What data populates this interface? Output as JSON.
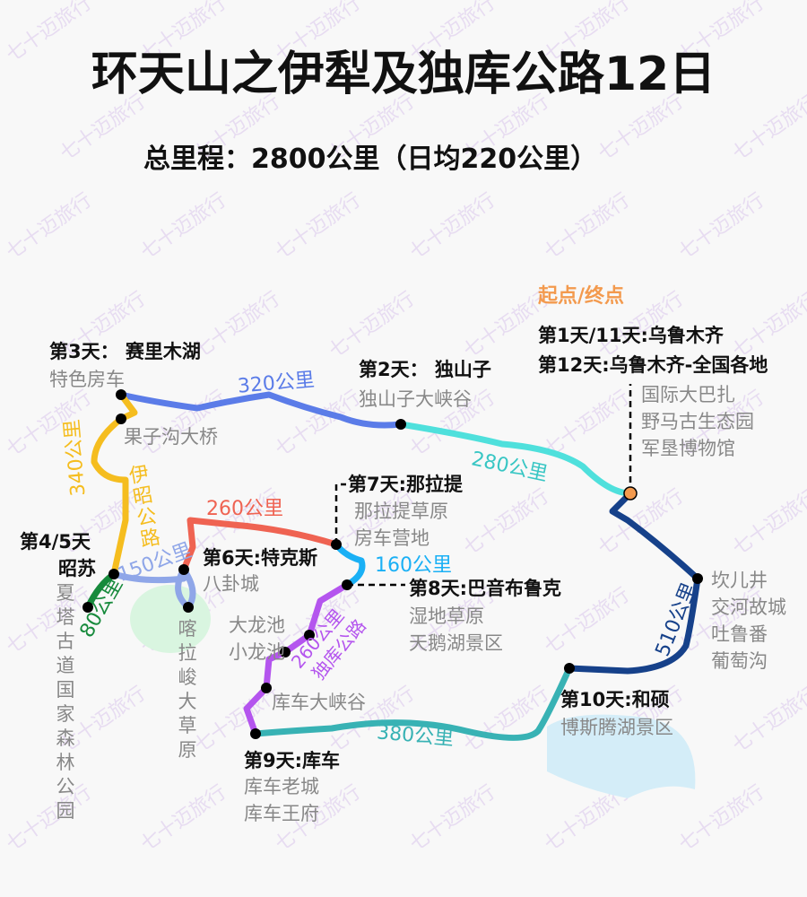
{
  "title": "环天山之伊犁及独库公路12日",
  "subtitle": "总里程：2800公里（日均220公里）",
  "watermark": "七十迈旅行",
  "colors": {
    "blue": "#5b7ce8",
    "cyan": "#4fe0dc",
    "navy": "#16418a",
    "teal": "#38b2b4",
    "purple": "#b455ee",
    "lightblue": "#1ab0f5",
    "red": "#ef6352",
    "periwinkle": "#8fa6e8",
    "yellow": "#f5bd1f",
    "green": "#178a3c",
    "start": "#f39a4e"
  },
  "start_end": "起点/终点",
  "stops": {
    "urumqi": {
      "day": "第1天/11天:乌鲁木齐",
      "day2": "第12天:乌鲁木齐-全国各地",
      "pois": [
        "国际大巴扎",
        "野马古生态园",
        "军垦博物馆"
      ]
    },
    "dushanzi": {
      "day": "第2天：  独山子",
      "pois": [
        "独山子大峡谷"
      ]
    },
    "sailimu": {
      "day": "第3天：  赛里木湖",
      "pois": [
        "特色房车"
      ]
    },
    "guozigou": "果子沟大桥",
    "zhaosu": {
      "day": "第4/5天",
      "name": "昭苏"
    },
    "xiata": "夏塔古道国家森林公园",
    "kalajun": "喀拉峻大草原",
    "tekesi": {
      "day": "第6天:特克斯",
      "pois": [
        "八卦城"
      ]
    },
    "nalati": {
      "day": "第7天:那拉提",
      "pois": [
        "那拉提草原",
        "房车营地"
      ]
    },
    "bayinbuluke": {
      "day": "第8天:巴音布鲁克",
      "pois": [
        "湿地草原",
        "天鹅湖景区"
      ]
    },
    "dalongchi": "大龙池",
    "xiaolongchi": "小龙池",
    "kuchegorge": "库车大峡谷",
    "kuche": {
      "day": "第9天:库车",
      "pois": [
        "库车老城",
        "库车王府"
      ]
    },
    "heshuo": {
      "day": "第10天:和硕",
      "pois": [
        "博斯腾湖景区"
      ]
    },
    "turpan": {
      "pois": [
        "坎儿井",
        "交河故城",
        "吐鲁番",
        "葡萄沟"
      ]
    }
  },
  "segments": {
    "s320": "320公里",
    "s280": "280公里",
    "s510": "510公里",
    "s380": "380公里",
    "s260d": "260公里",
    "s260d2": "独库公路",
    "s160": "160公里",
    "s260": "260公里",
    "s150": "150公里",
    "s340": "340公里",
    "s340road": "伊昭公路",
    "s80": "80公里"
  }
}
